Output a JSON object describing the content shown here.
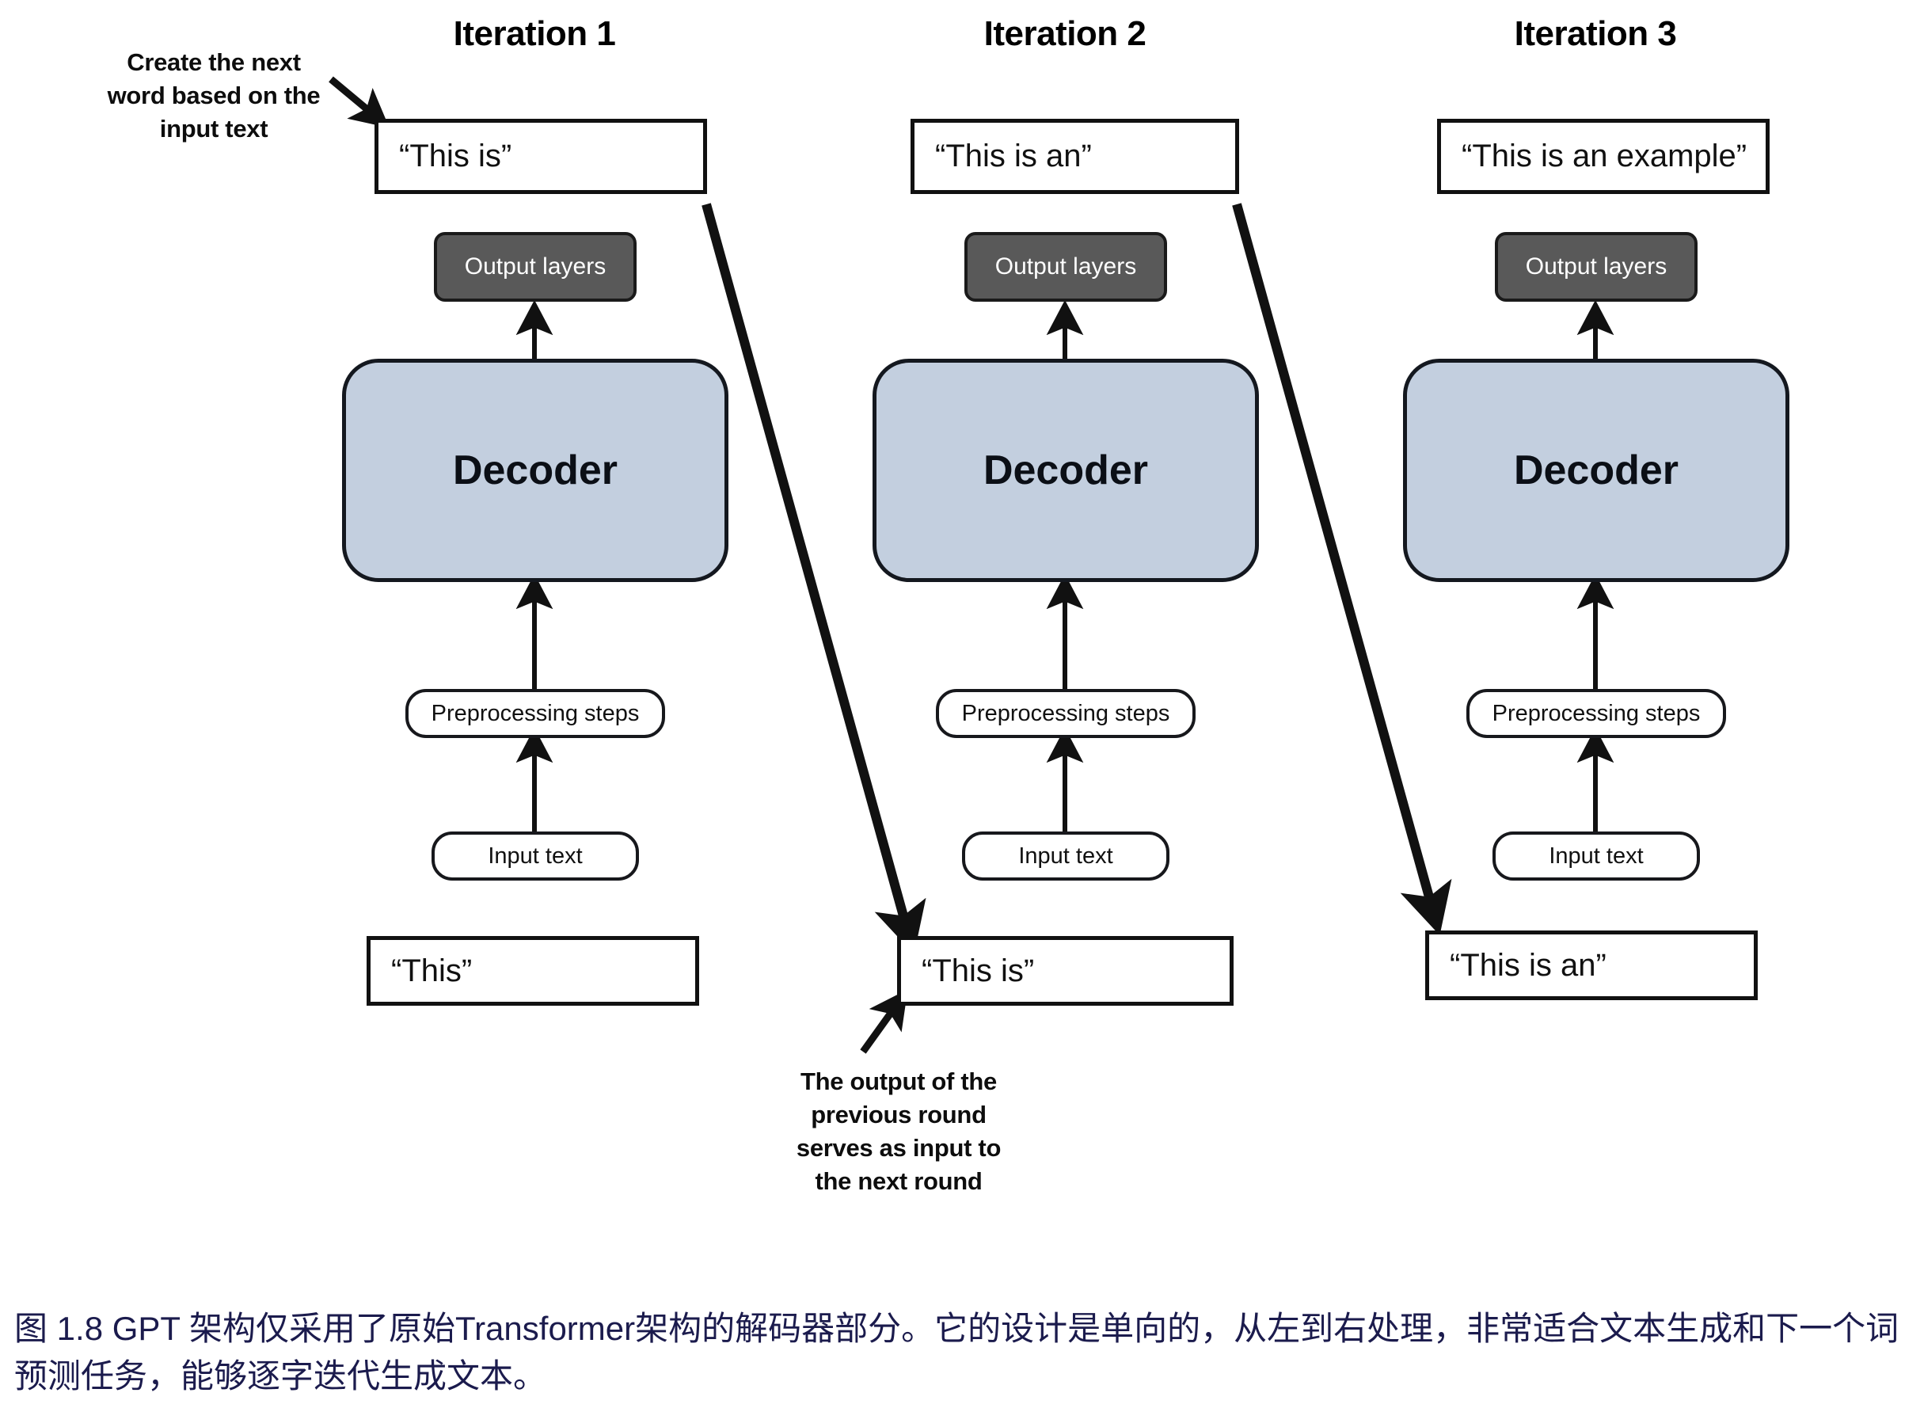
{
  "figure": {
    "columns": [
      {
        "title": "Iteration 1",
        "output_text": "“This is”",
        "output_layers_label": "Output layers",
        "decoder_label": "Decoder",
        "preprocessing_label": "Preprocessing steps",
        "input_label": "Input text",
        "input_text": "“This”"
      },
      {
        "title": "Iteration 2",
        "output_text": "“This is an”",
        "output_layers_label": "Output layers",
        "decoder_label": "Decoder",
        "preprocessing_label": "Preprocessing steps",
        "input_label": "Input text",
        "input_text": "“This is”"
      },
      {
        "title": "Iteration 3",
        "output_text": "“This is an example”",
        "output_layers_label": "Output layers",
        "decoder_label": "Decoder",
        "preprocessing_label": "Preprocessing steps",
        "input_label": "Input text",
        "input_text": "“This is an”"
      }
    ],
    "annotations": {
      "top_left": "Create the next word based on the input text",
      "bottom_middle": "The output of the previous round serves as input to the next round"
    },
    "caption": "图 1.8  GPT 架构仅采用了原始Transformer架构的解码器部分。它的设计是单向的，从左到右处理，非常适合文本生成和下一个词预测任务，能够逐字迭代生成文本。",
    "colors": {
      "decoder_fill": "#c3cfdf",
      "output_layers_fill": "#595959",
      "stroke": "#111111",
      "caption_color": "#1b1b4d"
    }
  }
}
